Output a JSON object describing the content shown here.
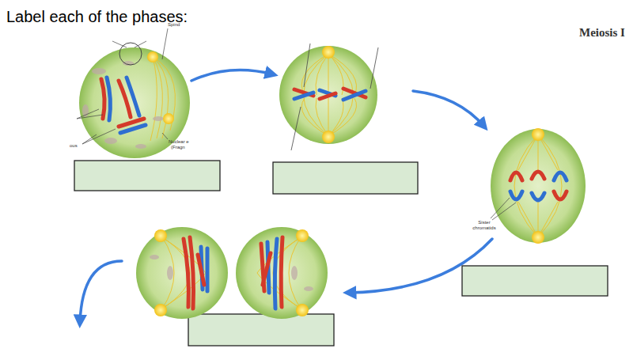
{
  "diagram": {
    "title": "Label each of the phases:",
    "labels": [
      "Meiosis I",
      "Spind",
      "Nuclear e",
      "(Fragn",
      "ous",
      "Sister chromatids"
    ]
  }
}
